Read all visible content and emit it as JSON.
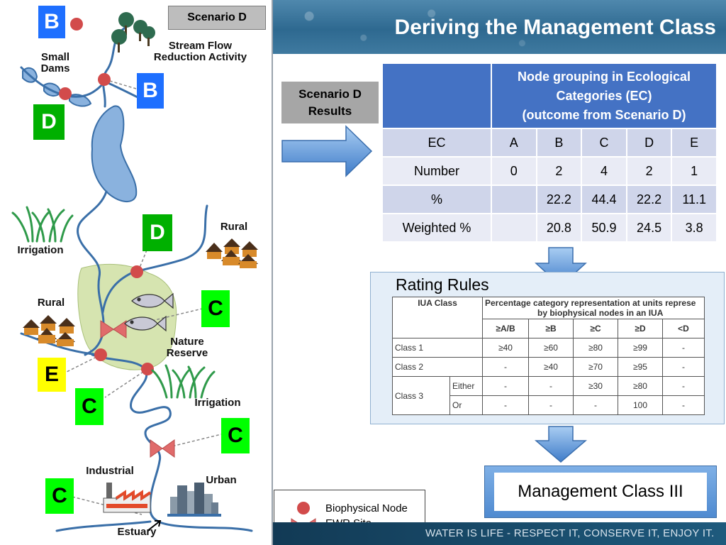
{
  "title": "Deriving the Management Class",
  "scenario_tag": "Scenario D",
  "map": {
    "labels": {
      "stream_flow": "Stream Flow Reduction Activity",
      "small_dams": "Small Dams",
      "irrigation_upper": "Irrigation",
      "rural_upper": "Rural",
      "rural_lower": "Rural",
      "nature_reserve": "Nature Reserve",
      "irrigation_lower": "Irrigation",
      "industrial": "Industrial",
      "urban": "Urban",
      "estuary": "Estuary"
    },
    "classes": {
      "b_top": "B",
      "b_mid": "B",
      "d_left": "D",
      "d_center": "D",
      "c_reserve": "C",
      "e_left": "E",
      "c_left": "C",
      "c_right": "C",
      "c_bottom": "C"
    }
  },
  "results_box": "Scenario D Results",
  "ec_table": {
    "header": "Node grouping in Ecological Categories  (EC) (outcome from Scenario D)",
    "header_line1": "Node grouping in Ecological",
    "header_line2": "Categories  (EC)",
    "header_line3": "(outcome from Scenario D)",
    "rows": [
      {
        "label": "EC",
        "cells": [
          "A",
          "B",
          "C",
          "D",
          "E"
        ]
      },
      {
        "label": "Number",
        "cells": [
          "0",
          "2",
          "4",
          "2",
          "1"
        ]
      },
      {
        "label": "%",
        "cells": [
          "",
          "22.2",
          "44.4",
          "22.2",
          "11.1"
        ]
      },
      {
        "label": "Weighted %",
        "cells": [
          "",
          "20.8",
          "50.9",
          "24.5",
          "3.8"
        ]
      }
    ]
  },
  "rating_rules": {
    "title": "Rating Rules",
    "col_iua": "IUA Class",
    "col_pct": "Percentage category representation at units represe by biophysical nodes in an IUA",
    "col_pct_line1": "Percentage category representation at units represe",
    "col_pct_line2": "by biophysical nodes in an IUA",
    "cols": [
      "≥A/B",
      "≥B",
      "≥C",
      "≥D",
      "<D"
    ],
    "class1": {
      "label": "Class 1",
      "vals": [
        "≥40",
        "≥60",
        "≥80",
        "≥99",
        "-"
      ]
    },
    "class2": {
      "label": "Class 2",
      "vals": [
        "-",
        "≥40",
        "≥70",
        "≥95",
        "-"
      ]
    },
    "class3": {
      "label": "Class 3",
      "either": "Either",
      "or": "Or",
      "either_vals": [
        "-",
        "-",
        "≥30",
        "≥80",
        "-"
      ],
      "or_vals": [
        "-",
        "-",
        "-",
        "100",
        "-"
      ]
    }
  },
  "management_class": "Management Class III",
  "legend": {
    "node": "Biophysical Node",
    "ewr": "EWR Site"
  },
  "footer": "WATER IS LIFE - RESPECT IT, CONSERVE IT, ENJOY IT.",
  "colors": {
    "river": "#3a6fa8",
    "lake": "#8ab2de",
    "node": "#d24b4b",
    "reserve": "#d6e4b0",
    "header_blue": "#4472c4"
  }
}
